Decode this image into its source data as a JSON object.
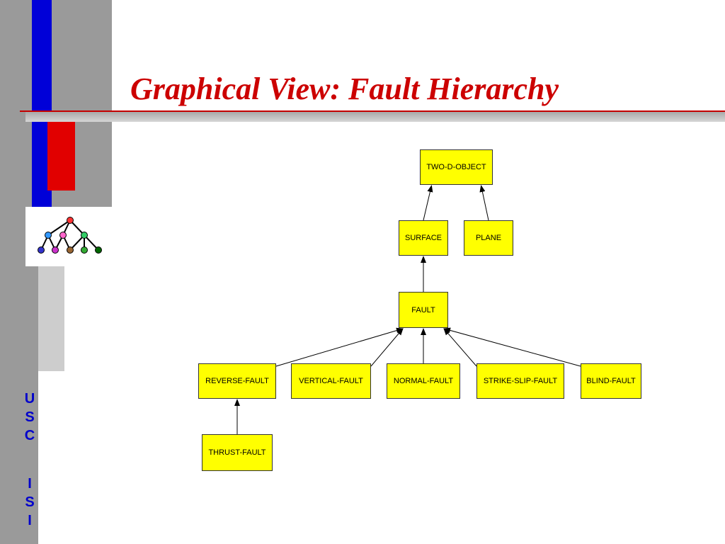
{
  "slide": {
    "title": "Graphical View: Fault Hierarchy",
    "side_letters": [
      "U",
      "S",
      "C",
      "I",
      "S",
      "I"
    ]
  },
  "logo": {
    "icon": "tree-hierarchy-icon",
    "node_colors": [
      "#ff3333",
      "#3399ff",
      "#ff66cc",
      "#33cc66",
      "#3333cc",
      "#cc33cc",
      "#996633",
      "#33aa33",
      "#006600"
    ]
  },
  "colors": {
    "title": "#cc0000",
    "node_fill": "#ffff00",
    "accent_blue": "#0000d8",
    "accent_red": "#e10000"
  },
  "diagram": {
    "nodes": {
      "two_d_object": "TWO-D-OBJECT",
      "surface": "SURFACE",
      "plane": "PLANE",
      "fault": "FAULT",
      "reverse_fault": "REVERSE-FAULT",
      "vertical_fault": "VERTICAL-FAULT",
      "normal_fault": "NORMAL-FAULT",
      "strike_slip_fault": "STRIKE-SLIP-FAULT",
      "blind_fault": "BLIND-FAULT",
      "thrust_fault": "THRUST-FAULT"
    },
    "edges": [
      {
        "from": "surface",
        "to": "two_d_object"
      },
      {
        "from": "plane",
        "to": "two_d_object"
      },
      {
        "from": "fault",
        "to": "surface"
      },
      {
        "from": "reverse_fault",
        "to": "fault"
      },
      {
        "from": "vertical_fault",
        "to": "fault"
      },
      {
        "from": "normal_fault",
        "to": "fault"
      },
      {
        "from": "strike_slip_fault",
        "to": "fault"
      },
      {
        "from": "blind_fault",
        "to": "fault"
      },
      {
        "from": "thrust_fault",
        "to": "reverse_fault"
      }
    ]
  }
}
